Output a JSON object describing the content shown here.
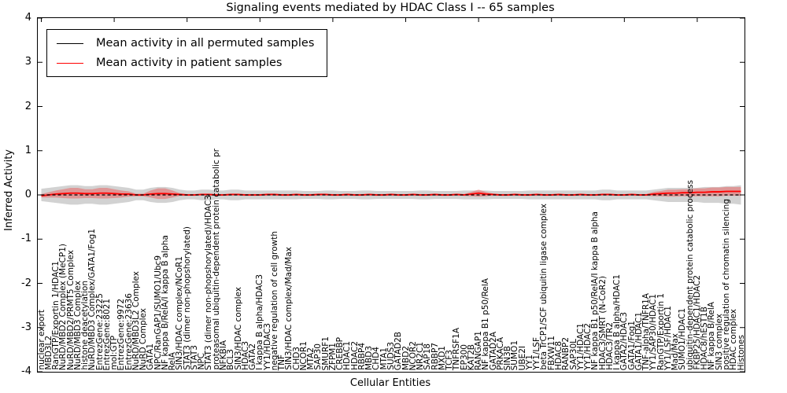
{
  "chart_data": {
    "type": "line",
    "title": "Signaling events mediated by HDAC Class I -- 65 samples",
    "xlabel": "Cellular Entities",
    "ylabel": "Inferred Activity",
    "ylim": [
      -4,
      4
    ],
    "ytick_values": [
      4,
      3,
      2,
      1,
      0,
      -1,
      -2,
      -3,
      -4
    ],
    "grid": false,
    "legend_position": "upper-left",
    "x_labels": [
      "nuclear export",
      "MBD3L2",
      "RanGTP/Exportin 1/HDAC1",
      "NuRD/MBD2 Complex (MeCP1)",
      "NuRD/MBD2/PRMT5 Complex",
      "NuRD/MBD3 Complex",
      "histone deacetylation",
      "NuRD/MBD3 Complex/GATA1/Fog1",
      "EntrezGene:23225",
      "EntrezGene:8021",
      "mol:GTP",
      "EntrezGene:9972",
      "EntrezGene:23636",
      "NuRD/MBD3L2 Complex",
      "NuRD Complex",
      "GATA1",
      "NPC/RanGAP1/SUMO1/Ubc9",
      "NF kappa B/RelA/I kappa B alpha",
      "RelA",
      "SIN3/HDAC complex/NCoR1",
      "STAT3 (dimer non-phopshorylated)",
      "STAT3",
      "NPC",
      "STAT3 (dimer non-phopshorylated)/HDAC3",
      "proteasomal ubiquitin-dependent protein catabolic pr",
      "NFKBIA",
      "BCL3",
      "SIN3/HDAC complex",
      "HDAC3",
      "GATA2",
      "I kappa B alpha/HDAC3",
      "YY1/HDAC3",
      "negative regulation of cell growth",
      "TNF",
      "SIN3/HDAC complex/Mad/Max",
      "CHD3",
      "NCOR1",
      "MTA2",
      "SAP30",
      "SMURF1",
      "ZFPM1",
      "CREBBP",
      "HDAC1",
      "HDAC2",
      "RBBP4",
      "MBD3",
      "CHD4",
      "MTA1",
      "SUDS3",
      "GATAD2B",
      "MBD2",
      "NCOR2",
      "NR2C1",
      "SAP18",
      "RBBP7",
      "MXD1",
      "TCF3",
      "TNFRSF1A",
      "EP300",
      "KAT2B",
      "RANGAP1",
      "NF kappa B1 p50/RelA",
      "GATAD2A",
      "PRKACA",
      "SIN3B",
      "SUMO1",
      "UBE2I",
      "YY1",
      "YY1/LSF",
      "beta TrCP1/SCF ubiquitin ligase complex",
      "FBXW11",
      "HDAC8",
      "RANBP2",
      "SAP30L",
      "YY1/HDAC1",
      "YY1/HDAC2",
      "NF kappa B1 p50/RelA/I kappa B alpha",
      "HDAC3/SMRT (N-CoR2)",
      "HDAC3/TR2",
      "I kappa B alpha/HDAC1",
      "GATA2/HDAC3",
      "GATA1/Fog1",
      "GATA1/HDAC1",
      "TNF-alpha/TNFR1A",
      "YY1/SAP30/HDAC1",
      "RanGTP/Exportin 1",
      "YY1/LSF/HDAC1",
      "Mad/Max",
      "SUMO1/HDAC1",
      "ubiquitin-dependent protein catabolic process",
      "FKBP25/HDAC1/HDAC2",
      "HDAC8/hEST1B",
      "NF kappa B/RelA",
      "SIN3 complex",
      "positive regulation of chromatin silencing",
      "HDAC complex",
      "Histones"
    ],
    "series": [
      {
        "name": "Mean activity in all permuted samples",
        "color": "#000000",
        "style": "dashed",
        "values": [
          0,
          0,
          0,
          0,
          0,
          0,
          0,
          0,
          0,
          0,
          0,
          0,
          0,
          0,
          0,
          0,
          0,
          0,
          0,
          0,
          0,
          0,
          0,
          0,
          0,
          0,
          0,
          0,
          0,
          0,
          0,
          0,
          0,
          0,
          0,
          0,
          0,
          0,
          0,
          0,
          0,
          0,
          0,
          0,
          0,
          0,
          0,
          0,
          0,
          0,
          0,
          0,
          0,
          0,
          0,
          0,
          0,
          0,
          0,
          0,
          0,
          0,
          0,
          0,
          0,
          0,
          0,
          0,
          0,
          0,
          0,
          0,
          0,
          0,
          0,
          0,
          0,
          0,
          0,
          0,
          0,
          0,
          0,
          0,
          0,
          0,
          0,
          0,
          0,
          0,
          0,
          0,
          0,
          0,
          0,
          0,
          0
        ]
      },
      {
        "name": "Mean activity in patient samples",
        "color": "#ff0000",
        "style": "solid",
        "values": [
          -0.02,
          0,
          0.02,
          0.03,
          0.04,
          0.04,
          0.03,
          0.03,
          0.04,
          0.04,
          0.03,
          0.02,
          0.02,
          0,
          0,
          0.02,
          0.03,
          0.03,
          0.02,
          0.01,
          0,
          0,
          0.01,
          0.01,
          0,
          0,
          0.01,
          0.01,
          0,
          0,
          0,
          0.01,
          0.01,
          0,
          0,
          0.01,
          0,
          0,
          0.01,
          0.01,
          0,
          0,
          0.01,
          0,
          0,
          0.01,
          0,
          0,
          0.01,
          0,
          0,
          0.01,
          0,
          0,
          0.01,
          0,
          0,
          0.01,
          0,
          0.02,
          0.04,
          0.02,
          0.01,
          0,
          0,
          0.01,
          0,
          0,
          0.01,
          0,
          0,
          0.01,
          0,
          0,
          0.01,
          0,
          0,
          0.01,
          0.01,
          0,
          0,
          0.01,
          0,
          0,
          0.02,
          0.03,
          0.04,
          0.04,
          0.05,
          0.05,
          0.06,
          0.06,
          0.07,
          0.07,
          0.08,
          0.08,
          0.08
        ]
      }
    ],
    "bands": [
      {
        "name": "permuted-samples-range",
        "series_index": 0,
        "fill": "rgba(125,125,125,0.35)",
        "half_widths": [
          0.14,
          0.16,
          0.18,
          0.2,
          0.22,
          0.22,
          0.2,
          0.2,
          0.22,
          0.22,
          0.2,
          0.18,
          0.16,
          0.12,
          0.12,
          0.16,
          0.18,
          0.18,
          0.16,
          0.12,
          0.1,
          0.1,
          0.12,
          0.12,
          0.1,
          0.1,
          0.12,
          0.12,
          0.1,
          0.1,
          0.1,
          0.1,
          0.1,
          0.1,
          0.1,
          0.1,
          0.09,
          0.09,
          0.09,
          0.1,
          0.1,
          0.09,
          0.09,
          0.09,
          0.1,
          0.1,
          0.09,
          0.09,
          0.09,
          0.09,
          0.09,
          0.09,
          0.1,
          0.1,
          0.09,
          0.09,
          0.09,
          0.09,
          0.1,
          0.1,
          0.1,
          0.1,
          0.09,
          0.09,
          0.09,
          0.09,
          0.09,
          0.1,
          0.1,
          0.1,
          0.1,
          0.1,
          0.1,
          0.1,
          0.1,
          0.1,
          0.1,
          0.12,
          0.12,
          0.1,
          0.1,
          0.1,
          0.1,
          0.1,
          0.12,
          0.14,
          0.16,
          0.16,
          0.16,
          0.16,
          0.16,
          0.18,
          0.18,
          0.18,
          0.2,
          0.2,
          0.22
        ]
      },
      {
        "name": "patient-samples-range",
        "series_index": 1,
        "fill": "rgba(255,0,0,0.28)",
        "half_widths": [
          0.04,
          0.06,
          0.08,
          0.1,
          0.12,
          0.12,
          0.1,
          0.1,
          0.12,
          0.12,
          0.1,
          0.08,
          0.06,
          0.03,
          0.03,
          0.08,
          0.12,
          0.12,
          0.08,
          0.03,
          0.02,
          0.02,
          0.02,
          0.02,
          0.02,
          0.02,
          0.02,
          0.02,
          0.02,
          0.02,
          0.02,
          0.02,
          0.02,
          0.02,
          0.02,
          0.02,
          0.02,
          0.02,
          0.02,
          0.02,
          0.02,
          0.02,
          0.02,
          0.02,
          0.02,
          0.02,
          0.02,
          0.02,
          0.02,
          0.02,
          0.02,
          0.02,
          0.02,
          0.02,
          0.02,
          0.02,
          0.02,
          0.02,
          0.02,
          0.05,
          0.08,
          0.05,
          0.02,
          0.02,
          0.02,
          0.02,
          0.02,
          0.02,
          0.02,
          0.02,
          0.02,
          0.02,
          0.02,
          0.02,
          0.02,
          0.02,
          0.02,
          0.02,
          0.02,
          0.02,
          0.02,
          0.02,
          0.02,
          0.02,
          0.05,
          0.06,
          0.08,
          0.08,
          0.08,
          0.08,
          0.09,
          0.09,
          0.1,
          0.1,
          0.1,
          0.1,
          0.1
        ]
      }
    ]
  },
  "legend": {
    "items": [
      {
        "label": "Mean activity in all permuted samples",
        "color": "#000000"
      },
      {
        "label": "Mean activity in patient samples",
        "color": "#ff0000"
      }
    ]
  },
  "colors": {
    "axis": "#000000",
    "background": "#ffffff"
  }
}
